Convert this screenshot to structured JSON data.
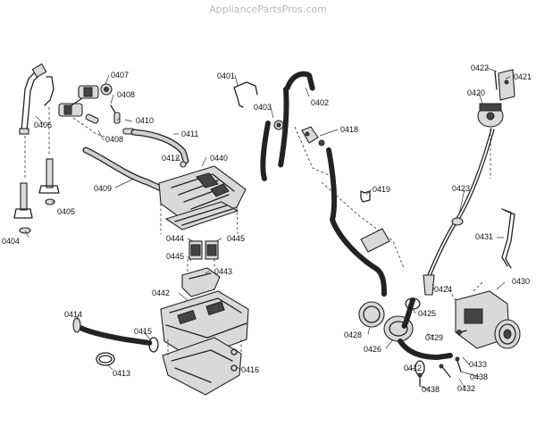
{
  "watermark": "AppliancePartsPros.com",
  "part_labels": {
    "p0404": "0404",
    "p0405": "0405",
    "p0406": "0406",
    "p0407": "0407",
    "p0408a": "0408",
    "p0408b": "0408",
    "p0409": "0409",
    "p0410": "0410",
    "p0411": "0411",
    "p0412a": "0412",
    "p0440": "0440",
    "p0444": "0444",
    "p0445a": "0445",
    "p0445b": "0445",
    "p0443": "0443",
    "p0442": "0442",
    "p0414": "0414",
    "p0415": "0415",
    "p0413": "0413",
    "p0416": "0416",
    "p0401": "0401",
    "p0402": "0402",
    "p0403": "0403",
    "p0418": "0418",
    "p0419": "0419",
    "p0428": "0428",
    "p0426": "0426",
    "p0422": "0422",
    "p0421": "0421",
    "p0420": "0420",
    "p0423": "0423",
    "p0431": "0431",
    "p0424": "0424",
    "p0425": "0425",
    "p0430": "0430",
    "p0429": "0429",
    "p0433": "0433",
    "p0412b": "0412",
    "p0438a": "0438",
    "p0438b": "0438",
    "p0432": "0432"
  }
}
